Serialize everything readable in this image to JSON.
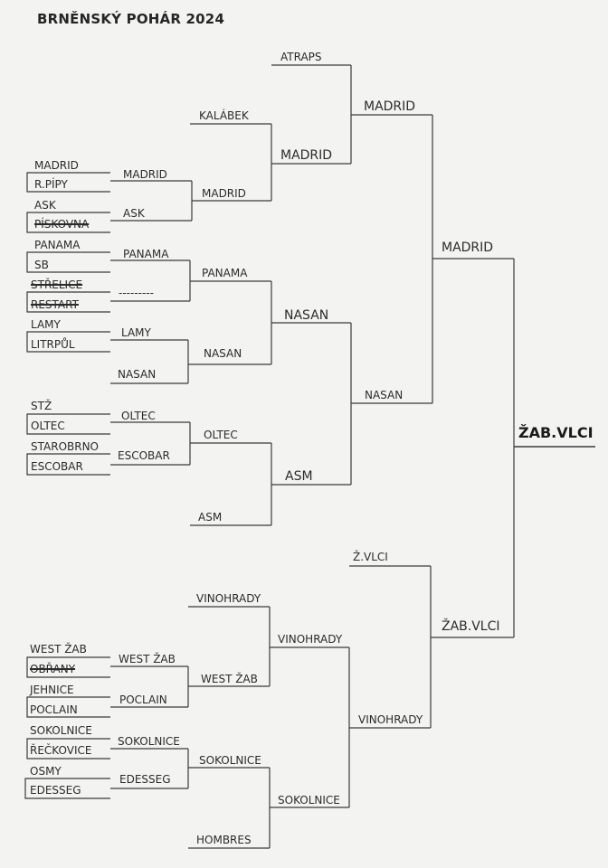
{
  "title": "BRNĚNSKÝ POHÁR 2024",
  "teams": {
    "r1": [
      {
        "text": "MADRID",
        "struck": false
      },
      {
        "text": "R.PÍPY",
        "struck": false
      },
      {
        "text": "ASK",
        "struck": false
      },
      {
        "text": "PÍSKOVNA",
        "struck": true
      },
      {
        "text": "PANAMA",
        "struck": false
      },
      {
        "text": "SB",
        "struck": false
      },
      {
        "text": "STŘELICE",
        "struck": true
      },
      {
        "text": "RESTART",
        "struck": true
      },
      {
        "text": "LAMY",
        "struck": false
      },
      {
        "text": "LITRPŮL",
        "struck": false
      },
      {
        "text": "STŽ",
        "struck": false
      },
      {
        "text": "OLTEC",
        "struck": false
      },
      {
        "text": "STAROBRNO",
        "struck": false
      },
      {
        "text": "ESCOBAR",
        "struck": false
      },
      {
        "text": "WEST ŽAB",
        "struck": false
      },
      {
        "text": "OBŘANY",
        "struck": true
      },
      {
        "text": "JEHNICE",
        "struck": false
      },
      {
        "text": "POCLAIN",
        "struck": false
      },
      {
        "text": "SOKOLNICE",
        "struck": false
      },
      {
        "text": "ŘEČKOVICE",
        "struck": false
      },
      {
        "text": "OSMY",
        "struck": false
      },
      {
        "text": "EDESSEG",
        "struck": false
      }
    ],
    "r2": [
      "MADRID",
      "ASK",
      "PANAMA",
      "---------",
      "LAMY",
      "NASAN",
      "OLTEC",
      "ESCOBAR",
      "WEST ŽAB",
      "POCLAIN",
      "SOKOLNICE",
      "EDESSEG"
    ],
    "r3": [
      "KALÁBEK",
      "MADRID",
      "PANAMA",
      "NASAN",
      "OLTEC",
      "ASM",
      "VINOHRADY",
      "WEST ŽAB",
      "SOKOLNICE",
      "HOMBRES"
    ],
    "r4": [
      "ATRAPS",
      "MADRID",
      "NASAN",
      "ASM",
      "VINOHRADY",
      "SOKOLNICE"
    ],
    "r5": [
      "MADRID",
      "NASAN",
      "Ž.VLCI",
      "VINOHRADY"
    ],
    "r6": [
      "MADRID",
      "ŽAB.VLCI"
    ],
    "champion": "ŽAB.VLCI"
  }
}
